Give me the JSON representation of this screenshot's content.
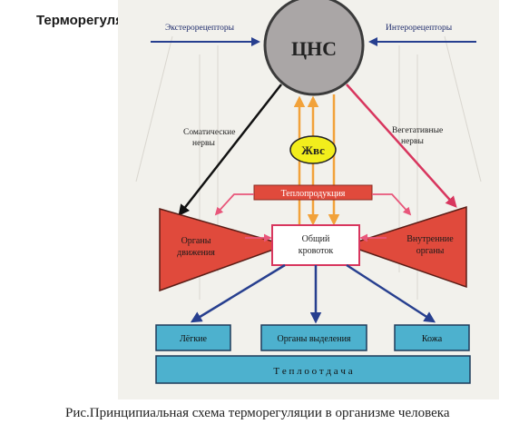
{
  "title": "Терморегуляция",
  "diagram": {
    "cns": "ЦНС",
    "hormone": "Жвс",
    "exteroceptors": "Экстерорецепторы",
    "interoreceptors": "Интерорецепторы",
    "somatic_nerves": [
      "Соматические",
      "нервы"
    ],
    "vegetative_nerves": [
      "Вегетативные",
      "нервы"
    ],
    "heat_production": "Теплопродукция",
    "blood_flow": [
      "Общий",
      "кровоток"
    ],
    "motor_organs": [
      "Органы",
      "движения"
    ],
    "internal_organs": [
      "Внутренние",
      "органы"
    ],
    "lungs": "Лёгкие",
    "excretory_organs": "Органы выделения",
    "skin": "Кожа",
    "heat_transfer": "Т е п л о о т д а ч а"
  },
  "colors": {
    "cns_fill": "#aaa6a6",
    "hormone_fill": "#f2ee1c",
    "blue_arrow": "#273f8f",
    "red_arrow": "#d8365e",
    "orange_arrow": "#f2a23a",
    "organ_fill": "#e04a3c",
    "box_fill": "#4db1ce"
  },
  "caption": "Рис.Принципиальная схема терморегуляции в организме человека"
}
